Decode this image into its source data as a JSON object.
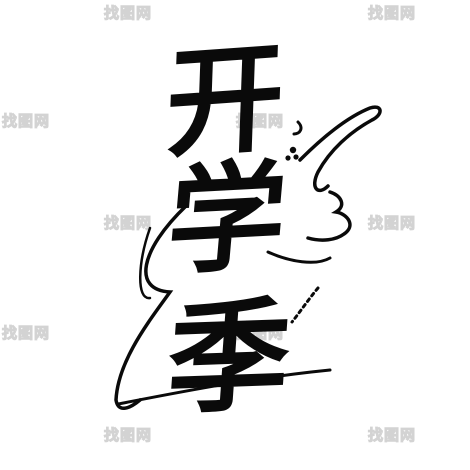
{
  "artwork": {
    "characters": [
      "开",
      "学",
      "季"
    ],
    "ink_color": "#0a0a0a",
    "background_color": "#ffffff"
  },
  "watermark": {
    "text": "找图网",
    "color": "#d3d3d3"
  }
}
